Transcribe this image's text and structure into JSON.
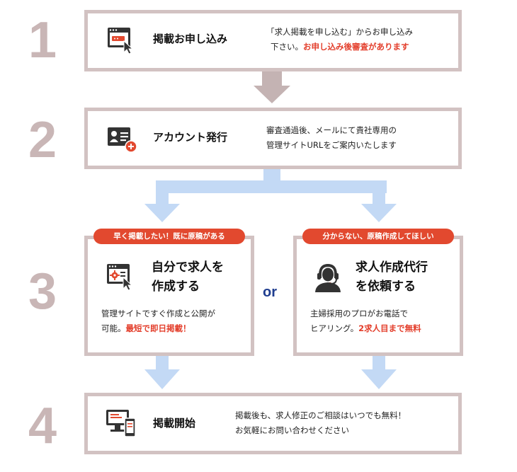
{
  "steps": [
    {
      "number": "1",
      "title": "掲載お申し込み",
      "desc_line1": "「求人掲載を申し込む」からお申し込み",
      "desc_line2_plain": "下さい。",
      "desc_line2_highlight": "お申し込み後審査があります"
    },
    {
      "number": "2",
      "title": "アカウント発行",
      "desc_line1": "審査通過後、メールにて貴社専用の",
      "desc_line2": "管理サイトURLをご案内いたします"
    },
    {
      "number": "3",
      "left": {
        "badge": "早く掲載したい！既に原稿がある",
        "title_line1": "自分で求人を",
        "title_line2": "作成する",
        "desc_line1": "管理サイトですぐ作成と公開が",
        "desc_line2_plain": "可能。",
        "desc_line2_highlight": "最短で即日掲載！"
      },
      "or_label": "or",
      "right": {
        "badge": "分からない、原稿作成してほしい",
        "title_line1": "求人作成代行",
        "title_line2": "を依頼する",
        "desc_line1": "主婦採用のプロがお電話で",
        "desc_line2_plain": "ヒアリング。",
        "desc_line2_highlight": "2求人目まで無料"
      }
    },
    {
      "number": "4",
      "title": "掲載開始",
      "desc_line1": "掲載後も、求人修正のご相談はいつでも無料！",
      "desc_line2": "お気軽にお問い合わせください"
    }
  ],
  "colors": {
    "box_border": "#d2c2c2",
    "number": "#c9b6b6",
    "arrow_gray": "#c4b3b3",
    "arrow_blue": "#c3d9f5",
    "accent_red": "#e2492f",
    "or_blue": "#1f3d8f",
    "icon_dark": "#333333"
  },
  "icons": [
    "browser-apply-icon",
    "id-card-add-icon",
    "browser-gear-icon",
    "operator-headset-icon",
    "pc-smartphone-icon"
  ]
}
